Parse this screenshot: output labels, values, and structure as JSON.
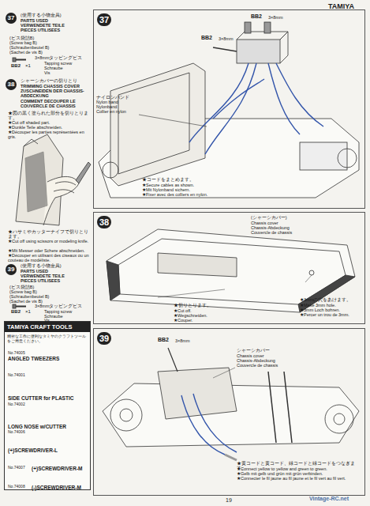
{
  "diagram": {
    "nodes": [
      {
        "text": [
          "37"
        ]
      },
      {
        "text": [
          "38"
        ]
      },
      {
        "text": [
          "39"
        ]
      },
      {
        "text": [
          "TAMIYA CRAFT TOOLS",
          "精密な工作に便利なタミヤのクラフトツールをご用意ください。"
        ]
      }
    ],
    "labels": [
      "TAMIYA",
      "37",
      "(使用する小物金具)",
      "PARTS USED",
      "VERWENDETE TEILE",
      "PIECES UTILISEES",
      "(ビス袋詰B)",
      "(Screw bag B)",
      "(Schraubenbeutel B)",
      "(Sachet de vis B)",
      "3×8mmタッピングビス",
      "Tapping screw",
      "Schraube",
      "Vis",
      "BB2",
      "×1",
      "38",
      "シャーシカバーの切りとり",
      "TRIMMING CHASSIS COVER",
      "ZUSCHNEIDEN DER CHASSIS-ABDECKUNG",
      "COMMENT DECOUPER LE COUVERCLE DE CHASSIS",
      "★図の黒く塗られた部分を切りとります。",
      "★Cut off shaded part.",
      "★Dunkle Teile abschneiden.",
      "★Découper les parties représentées en gris.",
      "★ハサミやカッターナイフで切りとります。",
      "★Cut off using scissors or modeling knife.",
      "★Mit Messer oder Schere abschneiden.",
      "★Découper en utilisant des ciseaux ou un couteau de modéliste.",
      "39",
      "(使用する小物金具)",
      "PARTS USED",
      "VERWENDETE TEILE",
      "PIECES UTILISEES",
      "(ビス袋詰B)",
      "(Screw bag B)",
      "(Schraubenbeutel B)",
      "(Sachet de vis B)",
      "3×8mmタッピングビス",
      "Tapping screw",
      "Schraube",
      "Vis",
      "BB2",
      "×1",
      "No.74005",
      "ANGLED TWEEZERS",
      "No.74001",
      "SIDE CUTTER for PLASTIC",
      "No.74002",
      "LONG NOSE w/CUTTER",
      "No.74006",
      "(+)SCREWDRIVER-L",
      "No.74007",
      "(+)SCREWDRIVER-M",
      "No.74008",
      "(-)SCREWDRIVER-M",
      "BB2",
      "3×8mm",
      "BB2",
      "3×8mm",
      "ナイロンバンド",
      "Nylon band",
      "Nylonband",
      "Collier en nylon",
      "★コードをまとめます。",
      "★Secure cables as shown.",
      "★Mit Nylonband sichern.",
      "★Fixer avec des colliers en nylon.",
      "(シャーシカバー)",
      "Chassis cover",
      "Chassis-Abdeckung",
      "Couvercle de chassis",
      "★切りとります。",
      "★Cut off.",
      "★Wegschneiden.",
      "★Couper.",
      "★3mmの穴をあけます。",
      "★Make 3mm hole.",
      "★3mm Loch bohren.",
      "★Percer un trou de 3mm.",
      "BB2",
      "3×8mm",
      "シャーシカバー",
      "Chassis cover",
      "Chassis-Abdeckung",
      "Couvercle de chassis",
      "★黄コードと黄コード、緑コードと緑コードをつなぎます。",
      "★Connect yellow to yellow and green to green.",
      "★Gelb mit gelb und grün mit grün verbinden.",
      "★Connecter le fil jaune au fil jaune et le fil vert au fil vert.",
      "19",
      "Vintage-RC.net"
    ]
  }
}
